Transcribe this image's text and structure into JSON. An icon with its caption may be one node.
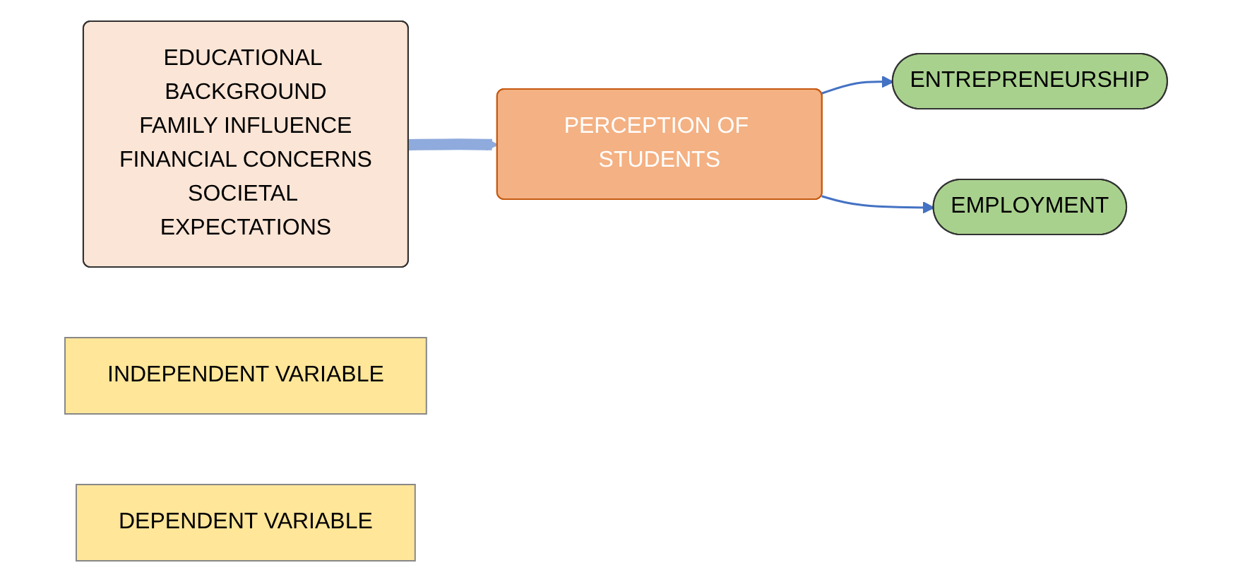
{
  "diagram": {
    "nodes": [
      {
        "text": [
          "EDUCATIONAL BACKGROUND",
          "FAMILY INFLUENCE",
          "FINANCIAL CONCERNS",
          "SOCIETAL EXPECTATIONS"
        ]
      },
      {
        "text": [
          "INDEPENDENT VARIABLE"
        ]
      },
      {
        "text": [
          "DEPENDENT VARIABLE"
        ]
      },
      {
        "text": [
          "PERCEPTION OF STUDENTS"
        ]
      },
      {
        "text": [
          "ENTREPRENEURSHIP"
        ]
      },
      {
        "text": [
          "EMPLOYMENT"
        ]
      }
    ],
    "edges": [
      {
        "from": 0,
        "to": 3,
        "arrow": "to",
        "style": "thick",
        "color": "#8faadc"
      },
      {
        "from": 3,
        "to": 4,
        "arrow": "to"
      },
      {
        "from": 3,
        "to": 5,
        "arrow": "to"
      }
    ]
  }
}
